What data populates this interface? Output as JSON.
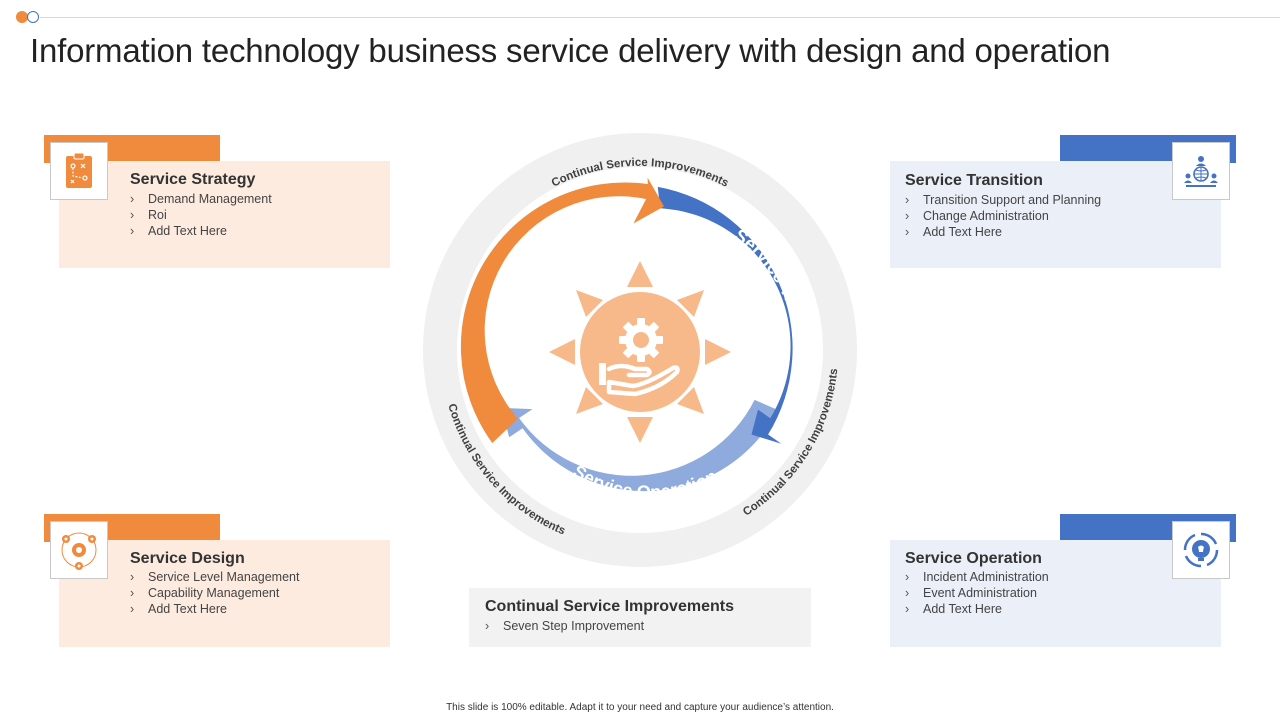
{
  "slide": {
    "title": "Information technology business service delivery with design and operation",
    "footer": "This slide is 100% editable.  Adapt it to your need and capture your audience’s attention."
  },
  "cards": {
    "strategy": {
      "title": "Service Strategy",
      "items": [
        "Demand Management",
        "Roi",
        "Add Text Here"
      ],
      "icon": "clipboard-strategy-icon"
    },
    "transition": {
      "title": "Service Transition",
      "items": [
        "Transition Support and Planning",
        "Change Administration",
        "Add Text Here"
      ],
      "icon": "globe-people-icon"
    },
    "design": {
      "title": "Service Design",
      "items": [
        "Service Level Management",
        "Capability Management",
        "Add Text Here"
      ],
      "icon": "gear-network-icon"
    },
    "operation": {
      "title": "Service Operation",
      "items": [
        "Incident Administration",
        "Event Administration",
        "Add Text Here"
      ],
      "icon": "bulb-cycle-icon"
    },
    "improvements": {
      "title": "Continual Service Improvements",
      "items": [
        "Seven  Step Improvement"
      ]
    }
  },
  "cycle": {
    "ring_label": "Continual Service Improvements",
    "arrows": {
      "design": "Service Design",
      "transition": "Service Transition",
      "operation": "Service Operation"
    },
    "center_icon": "hand-gear-icon"
  },
  "colors": {
    "orange": "#f08a3c",
    "blue": "#4472c4",
    "light_blue": "#8faadc",
    "peach": "#f8b98a"
  }
}
